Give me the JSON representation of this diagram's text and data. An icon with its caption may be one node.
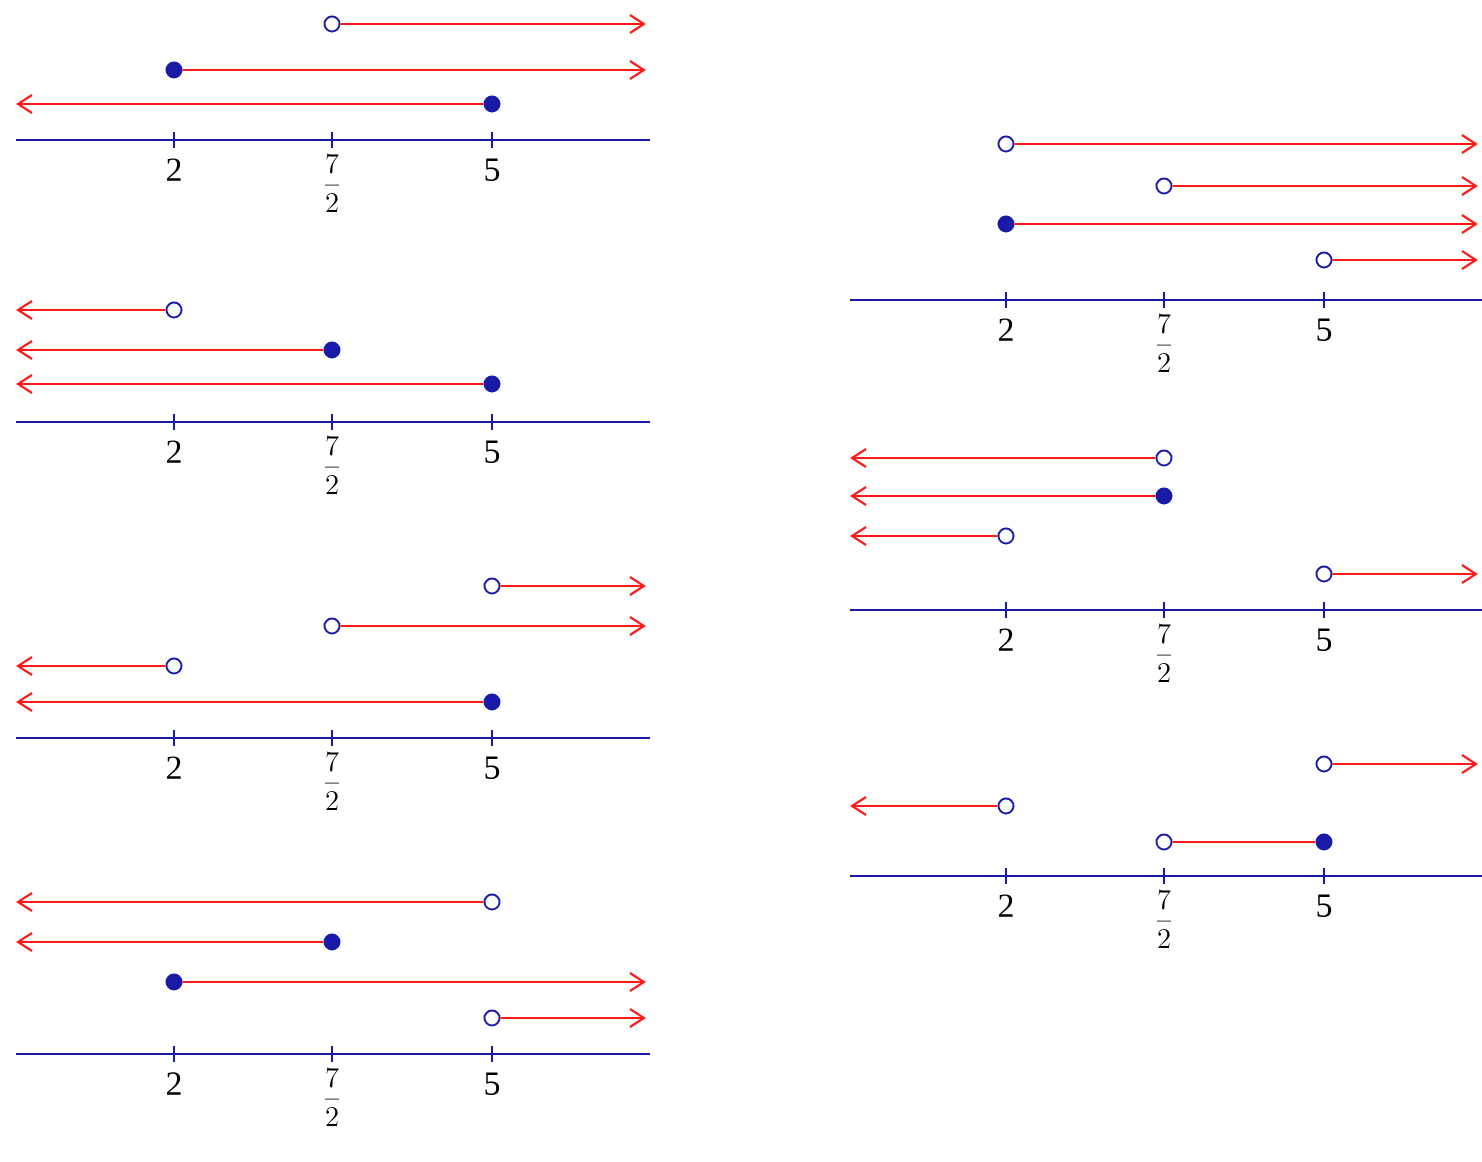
{
  "diagram": {
    "nodes": [
      {
        "text": [],
        "shape": "circle"
      },
      {
        "text": [],
        "shape": "dot"
      },
      {
        "text": [],
        "shape": "dot"
      },
      {
        "text": [],
        "shape": "circle"
      },
      {
        "text": [],
        "shape": "dot"
      },
      {
        "text": [],
        "shape": "dot"
      },
      {
        "text": [],
        "shape": "circle"
      },
      {
        "text": [],
        "shape": "circle"
      },
      {
        "text": [],
        "shape": "circle"
      },
      {
        "text": [],
        "shape": "dot"
      },
      {
        "text": [],
        "shape": "circle"
      },
      {
        "text": [],
        "shape": "dot"
      },
      {
        "text": [],
        "shape": "dot"
      },
      {
        "text": [],
        "shape": "circle"
      },
      {
        "text": [],
        "shape": "circle"
      },
      {
        "text": [],
        "shape": "circle"
      },
      {
        "text": [],
        "shape": "dot"
      },
      {
        "text": [],
        "shape": "circle"
      },
      {
        "text": [],
        "shape": "circle"
      },
      {
        "text": [],
        "shape": "dot"
      },
      {
        "text": [],
        "shape": "circle"
      },
      {
        "text": [],
        "shape": "circle"
      },
      {
        "text": [],
        "shape": "circle"
      },
      {
        "text": [],
        "shape": "circle"
      },
      {
        "text": [],
        "shape": "circle"
      },
      {
        "text": [],
        "shape": "dot"
      }
    ],
    "edges": [
      {
        "from": 0,
        "to": null,
        "arrow": "to"
      },
      {
        "from": 1,
        "to": null,
        "arrow": "to"
      },
      {
        "from": 2,
        "to": null,
        "arrow": "to"
      },
      {
        "from": 3,
        "to": null,
        "arrow": "to"
      },
      {
        "from": 4,
        "to": null,
        "arrow": "to"
      },
      {
        "from": 5,
        "to": null,
        "arrow": "to"
      },
      {
        "from": 6,
        "to": null,
        "arrow": "to"
      },
      {
        "from": 7,
        "to": null,
        "arrow": "to"
      },
      {
        "from": 8,
        "to": null,
        "arrow": "to"
      },
      {
        "from": 9,
        "to": null,
        "arrow": "to"
      },
      {
        "from": 10,
        "to": null,
        "arrow": "to"
      },
      {
        "from": 11,
        "to": null,
        "arrow": "to"
      },
      {
        "from": 12,
        "to": null,
        "arrow": "to"
      },
      {
        "from": 13,
        "to": null,
        "arrow": "to"
      },
      {
        "from": 14,
        "to": null,
        "arrow": "to"
      },
      {
        "from": 15,
        "to": null,
        "arrow": "to"
      },
      {
        "from": 16,
        "to": null,
        "arrow": "to"
      },
      {
        "from": 17,
        "to": null,
        "arrow": "to"
      },
      {
        "from": 18,
        "to": null,
        "arrow": "to"
      },
      {
        "from": 19,
        "to": null,
        "arrow": "to"
      },
      {
        "from": 20,
        "to": null,
        "arrow": "to"
      },
      {
        "from": 21,
        "to": null,
        "arrow": "to"
      },
      {
        "from": 22,
        "to": null,
        "arrow": "to"
      },
      {
        "from": 23,
        "to": null,
        "arrow": "to"
      },
      {
        "from": 24,
        "to": 25,
        "arrow": "none"
      }
    ],
    "labels": [
      "2",
      "\\frac{7}{2}",
      "5",
      "2",
      "\\frac{7}{2}",
      "5",
      "2",
      "\\frac{7}{2}",
      "5",
      "2",
      "\\frac{7}{2}",
      "5",
      "2",
      "\\frac{7}{2}",
      "5",
      "2",
      "\\frac{7}{2}",
      "5",
      "2",
      "\\frac{7}{2}",
      "5"
    ]
  }
}
